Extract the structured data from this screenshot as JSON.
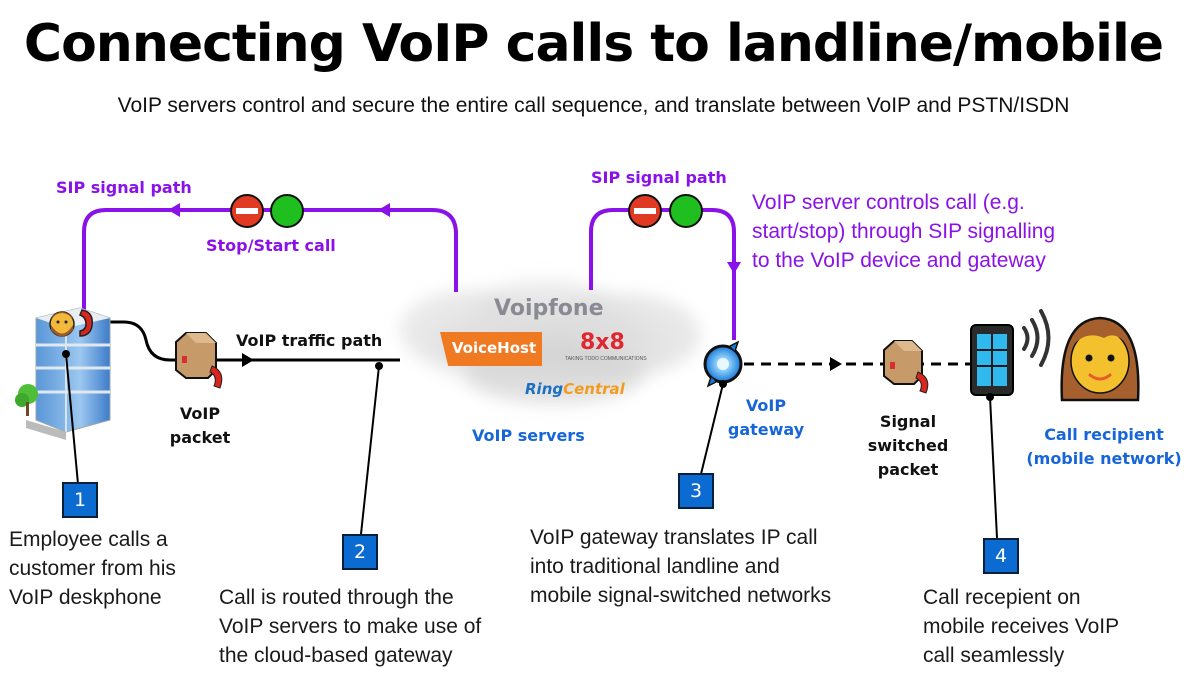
{
  "header": {
    "title": "Connecting VoIP calls to landline/mobile",
    "subtitle": "VoIP servers control and secure the entire call sequence, and translate between VoIP and PSTN/ISDN"
  },
  "signal_paths": {
    "left_label": "SIP signal path",
    "left_control_label": "Stop/Start call",
    "right_label": "SIP signal path",
    "note": [
      "VoIP server controls call (e.g.",
      "start/stop) through SIP signalling",
      "to the VoIP device and gateway"
    ]
  },
  "traffic": {
    "path_label": "VoIP traffic path",
    "packet_label": [
      "VoIP",
      "packet"
    ],
    "switched_packet_label": [
      "Signal",
      "switched",
      "packet"
    ]
  },
  "servers": {
    "label": "VoIP servers",
    "logos": {
      "voipfone": "Voipfone",
      "voicehost": "VoiceHost",
      "eightbyeight": "8x8",
      "eightbyeight_tagline": "TAKING TODO COMMUNICATIONS",
      "ringcentral_a": "Ring",
      "ringcentral_b": "Central"
    }
  },
  "gateway": {
    "label": [
      "VoIP",
      "gateway"
    ]
  },
  "recipient": {
    "label": [
      "Call recipient",
      "(mobile network)"
    ]
  },
  "steps": [
    {
      "number": "1",
      "lines": [
        "Employee calls a",
        "customer from his",
        "VoIP deskphone"
      ]
    },
    {
      "number": "2",
      "lines": [
        "Call is routed through the",
        "VoIP servers to make use of",
        "the cloud-based gateway"
      ]
    },
    {
      "number": "3",
      "lines": [
        "VoIP gateway translates IP call",
        "into traditional landline and",
        "mobile signal-switched networks"
      ]
    },
    {
      "number": "4",
      "lines": [
        "Call recepient on",
        "mobile receives VoIP",
        "call seamlessly"
      ]
    }
  ],
  "colors": {
    "sip_purple": "#8a12e8",
    "label_blue": "#1766d9",
    "badge_blue": "#0b6bd1",
    "stop_red": "#e03a22",
    "start_green": "#1fbf1f"
  }
}
